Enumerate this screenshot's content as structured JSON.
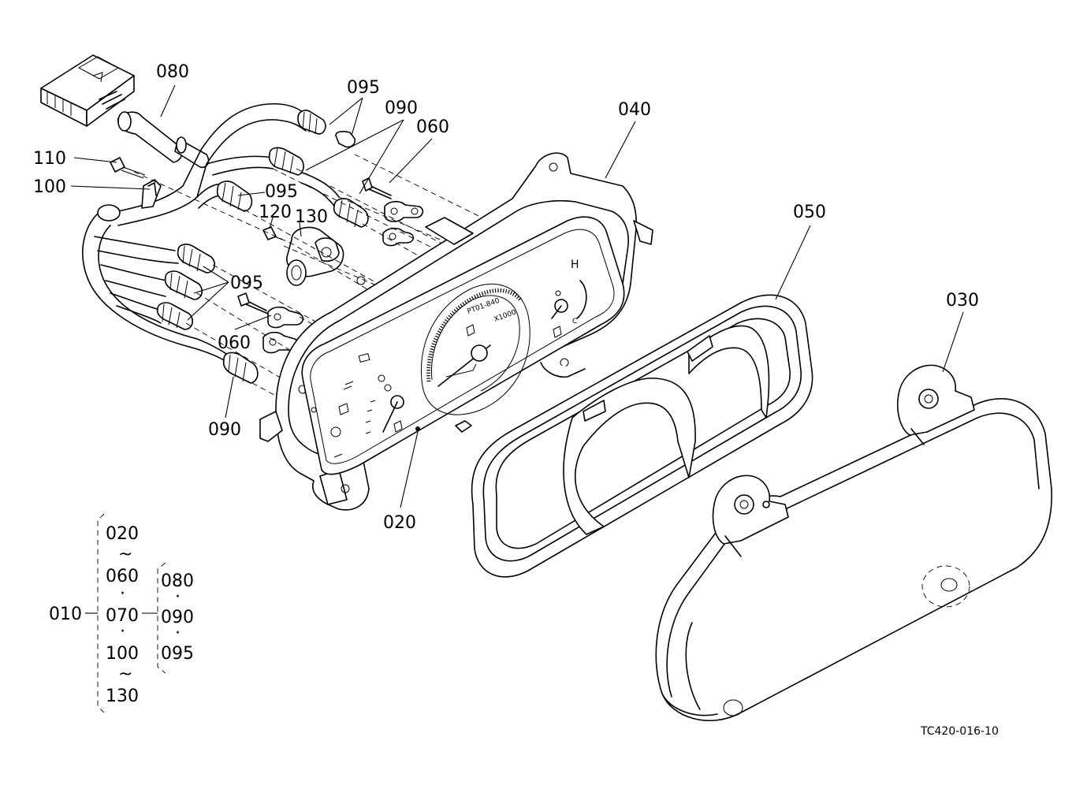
{
  "labels": {
    "p080": "080",
    "p095_top": "095",
    "p090_top": "090",
    "p060_top": "060",
    "p040": "040",
    "p110": "110",
    "p100": "100",
    "p095_mid": "095",
    "p120": "120",
    "p130": "130",
    "p050": "050",
    "p030": "030",
    "p095_low": "095",
    "p060_low": "060",
    "p090_low": "090",
    "p020": "020"
  },
  "gauge_text": {
    "tach_model": "PT01-840",
    "tach_mult": "X1000",
    "temp_high": "H",
    "temp_cold": "C"
  },
  "assembly_key": {
    "main": "010",
    "col1": [
      "020",
      "~",
      "060",
      "·",
      "070",
      "·",
      "100",
      "~",
      "130"
    ],
    "col2": [
      "080",
      "·",
      "090",
      "·",
      "095"
    ]
  },
  "drawing_code": "TC420-016-10"
}
